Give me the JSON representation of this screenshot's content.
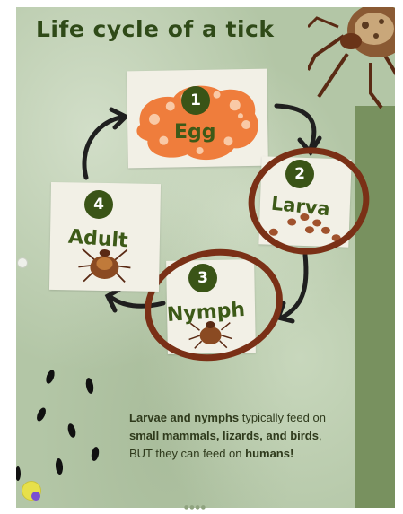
{
  "title": "Life cycle of a tick",
  "stages": [
    {
      "number": "1",
      "label": "Egg"
    },
    {
      "number": "2",
      "label": "Larva"
    },
    {
      "number": "3",
      "label": "Nymph"
    },
    {
      "number": "4",
      "label": "Adult"
    }
  ],
  "description": {
    "p1": "Larvae and nymphs",
    "p2": " typically feed on ",
    "p3": "small mammals, lizards, and birds",
    "p4": ", BUT they can feed on ",
    "p5": "humans!"
  },
  "colors": {
    "dark_green": "#3a5417",
    "egg_orange": "#ef7d3c",
    "circle_brown": "#7a3016",
    "background_sage": "#b3c6a6"
  }
}
